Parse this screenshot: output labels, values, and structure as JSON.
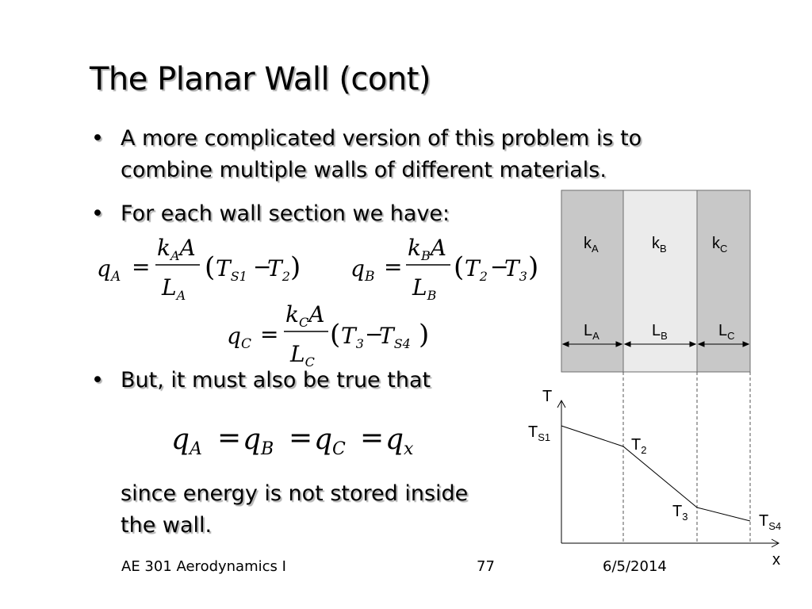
{
  "slide": {
    "title": "The Planar Wall (cont)",
    "bullets": [
      "A more complicated version of this problem is to",
      "combine multiple walls of different materials.",
      "For each wall section we have:",
      "But, it must also be true that"
    ],
    "bullet_symbol": "•",
    "closing_text": [
      "since energy is not stored inside",
      "the wall."
    ]
  },
  "diagram": {
    "k_labels": [
      {
        "base": "k",
        "sub": "A"
      },
      {
        "base": "k",
        "sub": "B"
      },
      {
        "base": "k",
        "sub": "C"
      }
    ],
    "l_labels": [
      {
        "base": "L",
        "sub": "A"
      },
      {
        "base": "L",
        "sub": "B"
      },
      {
        "base": "L",
        "sub": "C"
      }
    ],
    "axis_y": "T",
    "axis_x": "x",
    "temps": [
      {
        "base": "T",
        "sub": "S1"
      },
      {
        "base": "T",
        "sub": "2"
      },
      {
        "base": "T",
        "sub": "3"
      },
      {
        "base": "T",
        "sub": "S4"
      }
    ],
    "colors": {
      "dark_wall": "#c8c8c8",
      "light_wall": "#ebebeb"
    }
  },
  "footer": {
    "course": "AE 301 Aerodynamics I",
    "page": "77",
    "date": "6/5/2014"
  }
}
